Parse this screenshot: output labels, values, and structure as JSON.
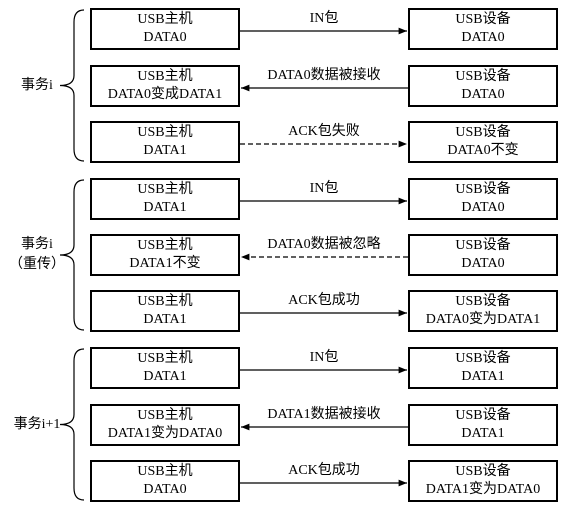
{
  "groups": [
    {
      "label_lines": [
        "事务i"
      ],
      "rows": [
        {
          "host": [
            "USB主机",
            "DATA0"
          ],
          "device": [
            "USB设备",
            "DATA0"
          ],
          "message": "IN包",
          "direction": "to-device",
          "style": "solid"
        },
        {
          "host": [
            "USB主机",
            "DATA0变成DATA1"
          ],
          "device": [
            "USB设备",
            "DATA0"
          ],
          "message": "DATA0数据被接收",
          "direction": "to-host",
          "style": "solid"
        },
        {
          "host": [
            "USB主机",
            "DATA1"
          ],
          "device": [
            "USB设备",
            "DATA0不变"
          ],
          "message": "ACK包失败",
          "direction": "to-device",
          "style": "dashed"
        }
      ]
    },
    {
      "label_lines": [
        "事务i",
        "（重传）"
      ],
      "rows": [
        {
          "host": [
            "USB主机",
            "DATA1"
          ],
          "device": [
            "USB设备",
            "DATA0"
          ],
          "message": "IN包",
          "direction": "to-device",
          "style": "solid"
        },
        {
          "host": [
            "USB主机",
            "DATA1不变"
          ],
          "device": [
            "USB设备",
            "DATA0"
          ],
          "message": "DATA0数据被忽略",
          "direction": "to-host",
          "style": "dashed"
        },
        {
          "host": [
            "USB主机",
            "DATA1"
          ],
          "device": [
            "USB设备",
            "DATA0变为DATA1"
          ],
          "message": "ACK包成功",
          "direction": "to-device",
          "style": "solid"
        }
      ]
    },
    {
      "label_lines": [
        "事务i+1"
      ],
      "rows": [
        {
          "host": [
            "USB主机",
            "DATA1"
          ],
          "device": [
            "USB设备",
            "DATA1"
          ],
          "message": "IN包",
          "direction": "to-device",
          "style": "solid"
        },
        {
          "host": [
            "USB主机",
            "DATA1变为DATA0"
          ],
          "device": [
            "USB设备",
            "DATA1"
          ],
          "message": "DATA1数据被接收",
          "direction": "to-host",
          "style": "solid"
        },
        {
          "host": [
            "USB主机",
            "DATA0"
          ],
          "device": [
            "USB设备",
            "DATA1变为DATA0"
          ],
          "message": "ACK包成功",
          "direction": "to-device",
          "style": "solid"
        }
      ]
    }
  ]
}
